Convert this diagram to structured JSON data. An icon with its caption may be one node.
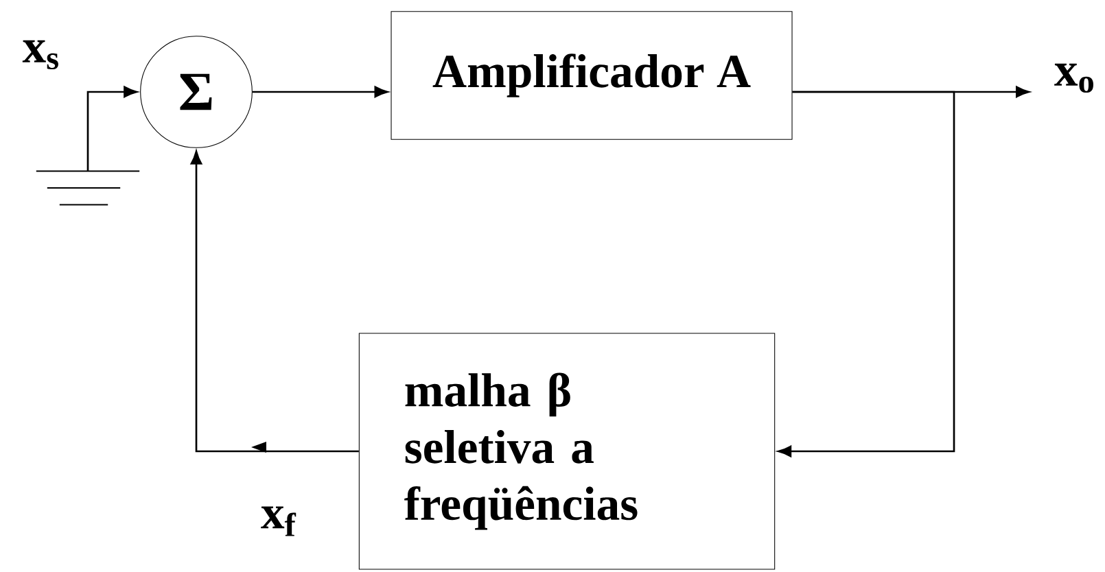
{
  "diagram": {
    "nodes": [
      {
        "text": [
          "Σ"
        ]
      },
      {
        "text": [
          "Amplificador A"
        ]
      },
      {
        "text": [
          "malha β seletiva a freqüências"
        ]
      },
      {
        "text": [],
        "shape": "ground"
      }
    ],
    "edges": [
      {
        "from": 3,
        "to": 0,
        "arrow": "to"
      },
      {
        "from": 0,
        "to": 1,
        "arrow": "to"
      },
      {
        "from": 1,
        "to": null,
        "arrow": "to"
      },
      {
        "from": 1,
        "to": 2,
        "arrow": "to"
      },
      {
        "from": 2,
        "to": 0,
        "arrow": "to"
      }
    ],
    "labels": [
      "x$_{s}$",
      "x$_{o}$",
      "x$_{f}$"
    ]
  }
}
